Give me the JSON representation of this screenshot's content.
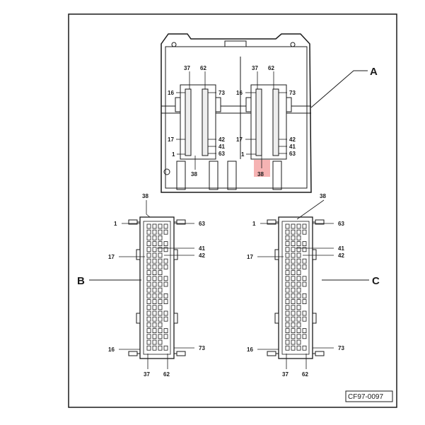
{
  "figure_code": "CF97-0097",
  "callouts": {
    "a": "A",
    "b": "B",
    "c": "C"
  },
  "highlight_color": "#f4a6a6",
  "module_a": {
    "left_block": {
      "p37": "37",
      "p62": "62",
      "p16": "16",
      "p73": "73",
      "p17": "17",
      "p42": "42",
      "p41": "41",
      "p1": "1",
      "p63": "63",
      "p38": "38"
    },
    "right_block": {
      "p37": "37",
      "p62": "62",
      "p16": "16",
      "p73": "73",
      "p17": "17",
      "p42": "42",
      "p41": "41",
      "p1": "1",
      "p63": "63",
      "p38": "38"
    }
  },
  "connector_b": {
    "p38": "38",
    "p1": "1",
    "p63": "63",
    "p41": "41",
    "p17": "17",
    "p42": "42",
    "p16": "16",
    "p73": "73",
    "p37": "37",
    "p62": "62"
  },
  "connector_c": {
    "p38": "38",
    "p1": "1",
    "p63": "63",
    "p41": "41",
    "p17": "17",
    "p42": "42",
    "p16": "16",
    "p73": "73",
    "p37": "37",
    "p62": "62"
  }
}
